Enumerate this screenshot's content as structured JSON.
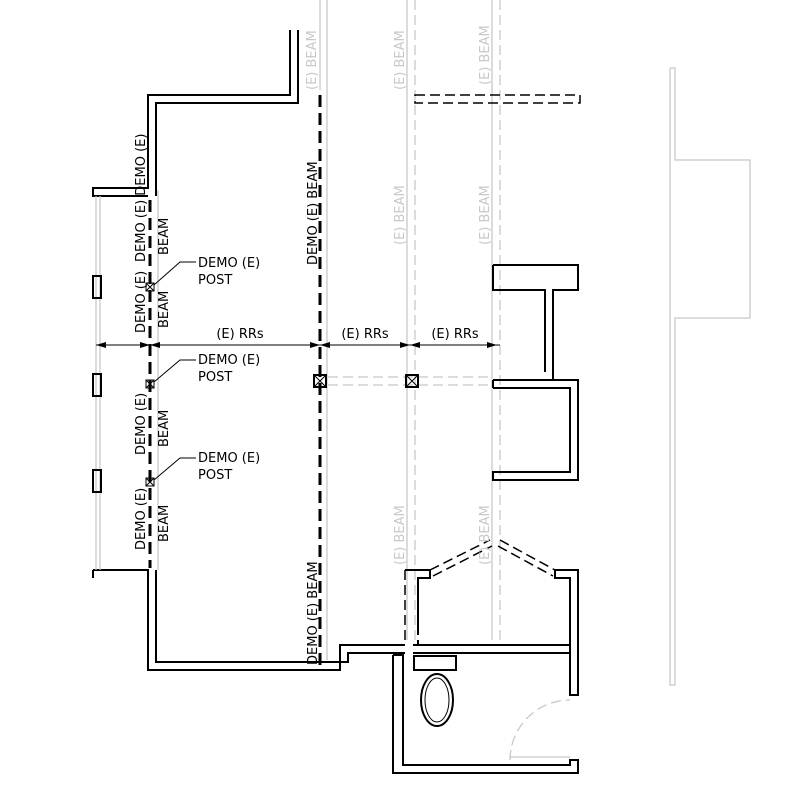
{
  "labels": {
    "demo_e": "DEMO (E)",
    "demo_e_demo_e": "DEMO (E) DEMO (E)",
    "beam": "BEAM",
    "post": "POST",
    "demo_e_beam": "DEMO (E) BEAM",
    "e_beam": "(E) BEAM",
    "e_rrs": "(E) RRs"
  },
  "colors": {
    "wall": "#000000",
    "existing": "#c8c8c8"
  }
}
